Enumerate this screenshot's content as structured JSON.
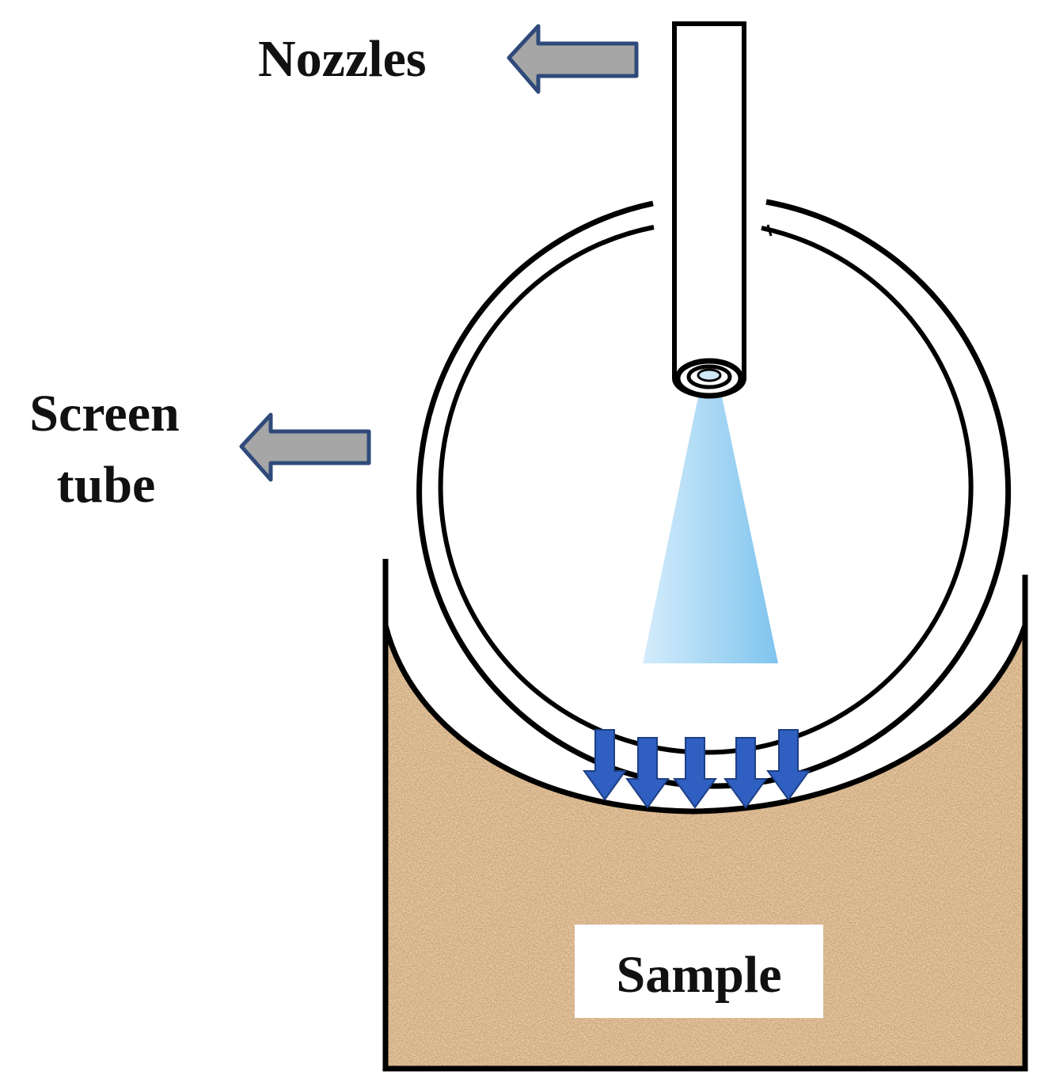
{
  "labels": {
    "nozzles": "Nozzles",
    "screen_tube_line1": "Screen",
    "screen_tube_line2": "tube",
    "sample": "Sample"
  },
  "colors": {
    "pointer_arrow_fill": "#a6a6a6",
    "pointer_arrow_stroke": "#2f4a7a",
    "spray": "#7fc4ee",
    "flow_arrow": "#2f5fc0",
    "soil": "#b88657",
    "line": "#000000"
  },
  "flow_arrow_count": 5
}
